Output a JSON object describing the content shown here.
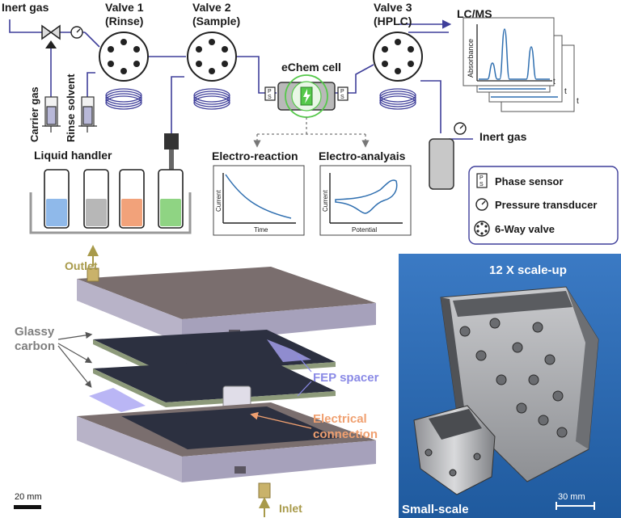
{
  "colors": {
    "pipe": "#3f3f9a",
    "cell_glow": "#55c84a",
    "outlet_label": "#a89a4a",
    "fep_label": "#8a8ae6",
    "electrical_label": "#f0a070",
    "glassy_label": "#7f7f7f",
    "photo_bg": "#2e6bb0",
    "plot_line": "#2f6fb0"
  },
  "schematic": {
    "inert_gas_in": "Inert gas",
    "valve1_title": "Valve 1",
    "valve1_sub": "(Rinse)",
    "valve2_title": "Valve 2",
    "valve2_sub": "(Sample)",
    "valve3_title": "Valve 3",
    "valve3_sub": "(HPLC)",
    "lcms": "LC/MS",
    "carrier_gas": "Carrier gas",
    "rinse_solvent": "Rinse solvent",
    "liquid_handler": "Liquid handler",
    "echem_cell": "eChem cell",
    "electro_reaction": "Electro-reaction",
    "electro_analysis": "Electro-analyais",
    "inert_gas_out": "Inert gas",
    "ps_glyph": "P\nS",
    "plot1_ylabel": "Current",
    "plot1_xlabel": "Time",
    "plot2_ylabel": "Current",
    "plot2_xlabel": "Potential",
    "chrom_ylabel": "Absorbance",
    "chrom_t": "t",
    "legend": {
      "phase_sensor": "Phase sensor",
      "pressure_transducer": "Pressure transducer",
      "six_way_valve": "6-Way valve"
    }
  },
  "cell_render": {
    "outlet": "Outlet",
    "inlet": "Inlet",
    "glassy_line1": "Glassy",
    "glassy_line2": "carbon",
    "fep_spacer": "FEP spacer",
    "electrical_line1": "Electrical",
    "electrical_line2": "connection",
    "scale_bar": "20 mm"
  },
  "photo": {
    "scale_up": "12 X scale-up",
    "small_scale": "Small-scale",
    "scale_bar": "30 mm"
  },
  "icons": [
    "pressure-gauge-icon",
    "six-way-valve-icon",
    "phase-sensor-icon",
    "lightning-icon",
    "syringe-icon",
    "arrow-icon"
  ]
}
